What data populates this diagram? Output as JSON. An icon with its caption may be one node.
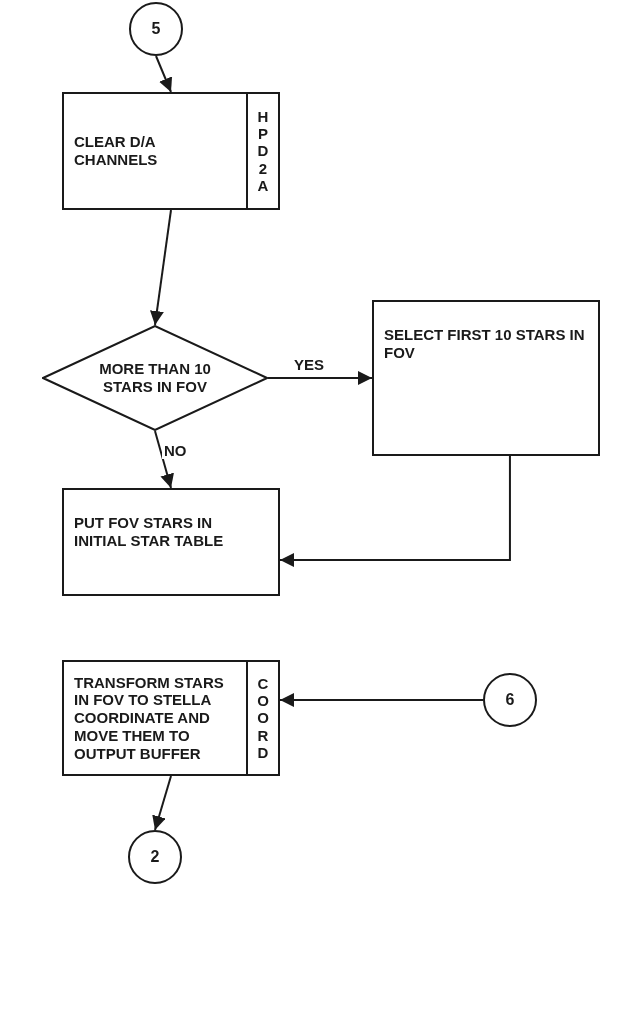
{
  "diagram": {
    "nodes": [
      {
        "text": [
          "5"
        ]
      },
      {
        "text": [
          "CLEAR D/A CHANNELS",
          "HPD2A"
        ]
      },
      {
        "text": [
          "MORE THAN 10 STARS IN FOV"
        ]
      },
      {
        "text": [
          "SELECT FIRST 10 STARS IN FOV"
        ]
      },
      {
        "text": [
          "PUT FOV STARS IN INITIAL STAR TABLE"
        ]
      },
      {
        "text": [
          "TRANSFORM STARS IN FOV TO STELLA COORDINATE AND MOVE THEM TO OUTPUT BUFFER",
          "COORD"
        ]
      },
      {
        "text": [
          "6"
        ]
      },
      {
        "text": [
          "2"
        ]
      }
    ],
    "edges": [
      {
        "from": 0,
        "to": 1,
        "arrow": "to"
      },
      {
        "from": 1,
        "to": 2,
        "arrow": "to"
      },
      {
        "from": 2,
        "to": 3,
        "label": "YES",
        "arrow": "to"
      },
      {
        "from": 2,
        "to": 4,
        "label": "NO",
        "arrow": "to"
      },
      {
        "from": 3,
        "to": 4,
        "arrow": "to"
      },
      {
        "from": 6,
        "to": 5,
        "arrow": "to"
      },
      {
        "from": 5,
        "to": 7,
        "arrow": "to"
      }
    ]
  }
}
